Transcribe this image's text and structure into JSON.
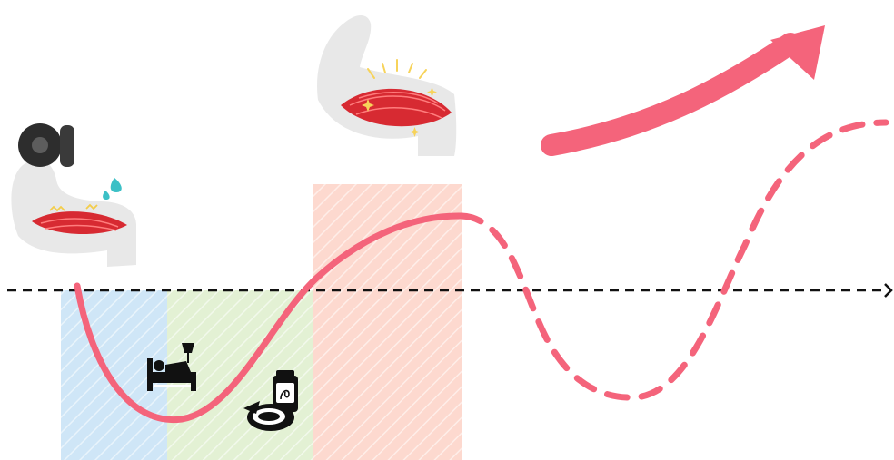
{
  "diagram": {
    "kind": "supercompensation-curve",
    "phases": [
      {
        "id": "training",
        "fill": "#cfe6f7"
      },
      {
        "id": "recovery",
        "fill": "#e3f1d4"
      },
      {
        "id": "supercompensation",
        "fill": "#fdd9cf"
      }
    ],
    "icons": [
      {
        "name": "flexed-arm-dumbbell-icon"
      },
      {
        "name": "flexed-arm-strong-icon"
      },
      {
        "name": "sleeping-in-bed-icon"
      },
      {
        "name": "food-and-supplement-icon"
      }
    ],
    "baseline": {
      "style": "dashed",
      "color": "#111111"
    },
    "curve": {
      "solid_color": "#f4647b",
      "dashed_color": "#f4647b"
    },
    "trend_arrow": {
      "color": "#f4647b",
      "direction": "up-right"
    }
  }
}
